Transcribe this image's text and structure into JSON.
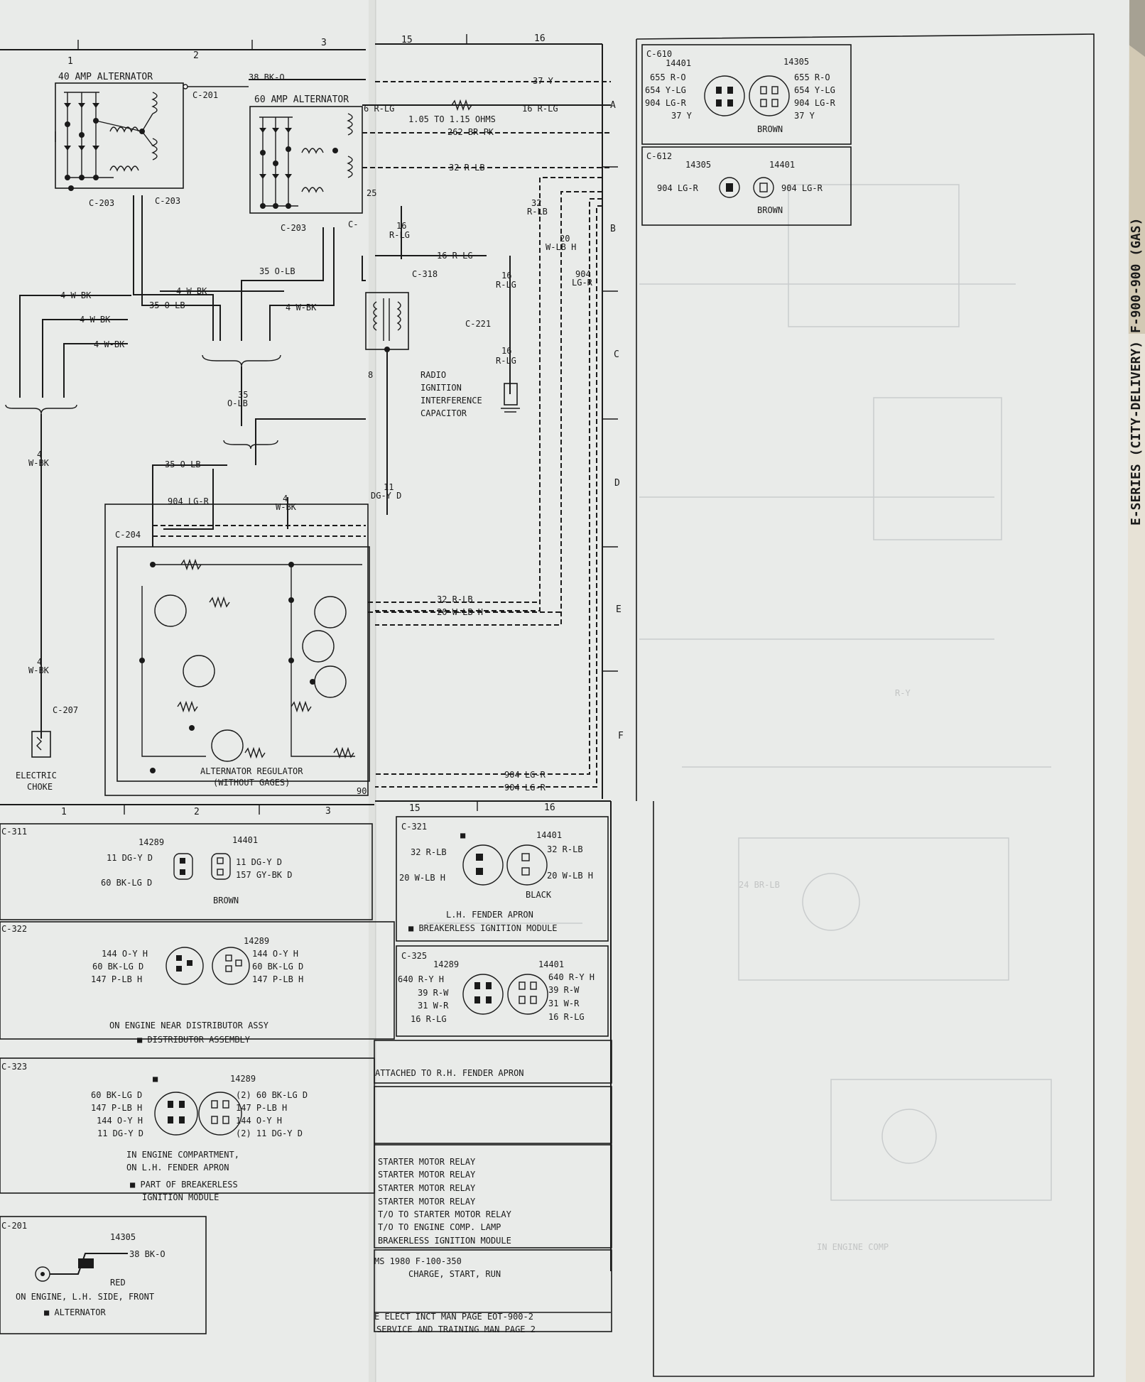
{
  "sections": {
    "top": [
      "1",
      "2",
      "3",
      "15",
      "16"
    ],
    "bottom": [
      "1",
      "2",
      "3",
      "15",
      "16"
    ],
    "rows": [
      "A",
      "B",
      "C",
      "D",
      "E",
      "F"
    ]
  },
  "components": {
    "alt40": "40 AMP ALTERNATOR",
    "alt60": "60 AMP ALTERNATOR",
    "regulator": "ALTERNATOR REGULATOR",
    "regulator_note": "(WITHOUT GAGES)",
    "radio_cap": [
      "RADIO",
      "IGNITION",
      "INTERFERENCE",
      "CAPACITOR"
    ],
    "choke": [
      "ELECTRIC",
      "CHOKE"
    ],
    "resistor": "1.05 TO 1.15 OHMS"
  },
  "connectors": {
    "c201": "C-201",
    "c203": "C-203",
    "c204": "C-204",
    "c207": "C-207",
    "c221": "C-221",
    "c318": "C-318",
    "c2x": "C-"
  },
  "wires": {
    "w38": "38 BK-O",
    "w37": "37 Y",
    "w16a": "6 R-LG",
    "w16b": "16 R-LG",
    "w262": "262 BR-PK",
    "w32": "32 R-LB",
    "w25": "25",
    "w16c": [
      "16",
      "R-LG"
    ],
    "w16d": "16 R-LG",
    "w16e": [
      "16",
      "R-LG"
    ],
    "w16f": [
      "16",
      "R-LG"
    ],
    "w32b": [
      "32",
      "R-LB"
    ],
    "w20b": [
      "20",
      "W-LB H"
    ],
    "w904b": [
      "904",
      "LG-R"
    ],
    "w35a": "35 O-LB",
    "w35b": "35 O-LB",
    "w35c": [
      "35",
      "O-LB"
    ],
    "w35d": "35 O-LB",
    "w4a": "4 W-BK",
    "w4b": "4 W-BK",
    "w4c": "4 W-BK",
    "w4d": "4 W-BK",
    "w4e": "4 W-BK",
    "w4f": [
      "4",
      "W-BK"
    ],
    "w4g": [
      "4",
      "W-BK"
    ],
    "w4h": [
      "4",
      "W-BK"
    ],
    "w904a": "904 LG-R",
    "w8": "8",
    "w11": [
      "11",
      "DG-Y D"
    ],
    "w32c": "32 R-LB",
    "w20c": "20 W-LB H",
    "w904c": "904 LG-R",
    "w904d": "904 LG-R",
    "w90": "90"
  },
  "panels": {
    "c610": {
      "id": "C-610",
      "a": "14401",
      "b": "14305",
      "left": [
        "655 R-O",
        "654 Y-LG",
        "904 LG-R",
        "37 Y"
      ],
      "right": [
        "655 R-O",
        "654 Y-LG",
        "904 LG-R",
        "37 Y"
      ],
      "color": "BROWN"
    },
    "c612": {
      "id": "C-612",
      "a": "14305",
      "b": "14401",
      "left": "904 LG-R",
      "right": "904 LG-R",
      "color": "BROWN"
    },
    "c311": {
      "id": "C-311",
      "a": "14289",
      "b": "14401",
      "left": [
        "11 DG-Y D",
        "60 BK-LG D"
      ],
      "right": [
        "11 DG-Y D",
        "157 GY-BK D"
      ],
      "color": "BROWN"
    },
    "c321": {
      "id": "C-321",
      "mark": "■",
      "b": "14401",
      "left": [
        "32 R-LB",
        "20 W-LB H"
      ],
      "right": [
        "32 R-LB",
        "20 W-LB H"
      ],
      "color": "BLACK",
      "loc": "L.H. FENDER APRON",
      "note": "■ BREAKERLESS IGNITION MODULE"
    },
    "c322": {
      "id": "C-322",
      "b": "14289",
      "left": [
        "144 O-Y H",
        "60 BK-LG D",
        "147 P-LB H"
      ],
      "right": [
        "144 O-Y H",
        "60 BK-LG D",
        "147 P-LB H"
      ],
      "loc": "ON ENGINE NEAR DISTRIBUTOR ASSY",
      "note": "■ DISTRIBUTOR ASSEMBLY"
    },
    "c325": {
      "id": "C-325",
      "a": "14289",
      "b": "14401",
      "left": [
        "640 R-Y H",
        "39 R-W",
        "31 W-R",
        "16 R-LG"
      ],
      "right": [
        "640 R-Y H",
        "39 R-W",
        "31 W-R",
        "16 R-LG"
      ]
    },
    "c323": {
      "id": "C-323",
      "mark": "■",
      "b": "14289",
      "left": [
        "60 BK-LG D",
        "147 P-LB H",
        "144 O-Y H",
        "11 DG-Y D"
      ],
      "right": [
        "(2) 60 BK-LG D",
        "147 P-LB H",
        "144 O-Y H",
        "(2) 11 DG-Y D"
      ],
      "loc": [
        "IN ENGINE COMPARTMENT,",
        "ON L.H. FENDER APRON"
      ],
      "note": [
        "■ PART OF BREAKERLESS",
        "IGNITION MODULE"
      ]
    },
    "c201": {
      "id": "C-201",
      "b": "14305",
      "wire": "38 BK-O",
      "color": "RED",
      "loc": "ON ENGINE, L.H. SIDE, FRONT",
      "note": "■ ALTERNATOR"
    }
  },
  "notes": {
    "fender": "ATTACHED TO R.H. FENDER APRON",
    "list": [
      "STARTER MOTOR RELAY",
      "STARTER MOTOR RELAY",
      "STARTER MOTOR RELAY",
      "STARTER MOTOR RELAY",
      "T/O TO STARTER MOTOR RELAY",
      "T/O TO ENGINE COMP. LAMP",
      "BRAKERLESS IGNITION MODULE"
    ]
  },
  "title_block": {
    "model": "MS 1980 F-100-350",
    "system": "CHARGE, START, RUN",
    "ref1": "E ELECT INCT MAN PAGE EOT-900-2",
    "ref2": "SERVICE AND TRAINING MAN PAGE 2"
  },
  "spine": "E-SERIES (CITY-DELIVERY) F-900-900 (GAS)"
}
